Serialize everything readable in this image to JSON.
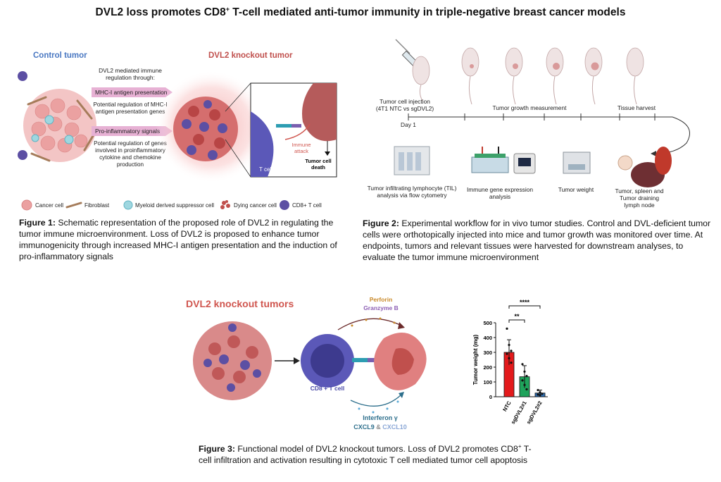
{
  "title": {
    "prefix": "DVL2 loss promotes CD8",
    "sup": "+",
    "suffix": " T-cell mediated anti-tumor immunity in triple-negative breast cancer models"
  },
  "fig1": {
    "control_label": "Control tumor",
    "knockout_label": "DVL2 knockout tumor",
    "regulation_header": "DVL2 mediated immune regulation through:",
    "mhc_arrow": "MHC-I antigen presentation",
    "mhc_desc": "Potential regulation of MHC-I antigen presentation genes",
    "proinf_arrow": "Pro-inflammatory signals",
    "proinf_desc": "Potential regulation of genes involved in proinflammatory cytokine and chemokine production",
    "tcell": "T cell",
    "attack": "Immune attack",
    "death": "Tumor cell death",
    "legend": [
      "Cancer cell",
      "Fibroblast",
      "Myeloid derived suppressor cell",
      "Dying cancer cell",
      "CD8+ T cell"
    ],
    "caption_label": "Figure 1:",
    "caption_text": " Schematic representation of the proposed role of DVL2 in regulating the tumor immune microenvironment. Loss of DVL2 is proposed to enhance tumor immunogenicity through increased MHC-I antigen presentation and the induction of pro-inflammatory signals"
  },
  "fig2": {
    "injection": "Tumor cell injection (4T1 NTC vs sgDVL2)",
    "day1": "Day 1",
    "growth": "Tumor growth measurement",
    "harvest": "Tissue harvest",
    "til": "Tumor infiltrating lymphocyte (TIL) analysis via flow cytometry",
    "gene": "Immune gene expression analysis",
    "weight": "Tumor weight",
    "tissues": "Tumor, spleen and Tumor draining lymph node",
    "caption_label": "Figure 2:",
    "caption_text": " Experimental workflow for in vivo tumor studies. Control and DVL-deficient tumor cells were orthotopically injected into mice and tumor growth was monitored over time. At endpoints, tumors and relevant tissues were harvested for downstream analyses, to evaluate the tumor immune microenvironment"
  },
  "fig3": {
    "header": "DVL2 knockout tumors",
    "perforin": "Perforin",
    "granzyme": "Granzyme B",
    "cd8": "CD8 + T cell",
    "ifn": "Interferon γ",
    "cxcl9": "CXCL9",
    "amp": " & ",
    "cxcl10": "CXCL10",
    "caption_label": "Figure 3:",
    "caption_text": " Functional model of DVL2 knockout tumors. Loss of DVL2 promotes CD8",
    "caption_sup": "+",
    "caption_text2": " T- cell infiltration and activation resulting in cytotoxic T cell mediated tumor cell apoptosis"
  },
  "chart_data": {
    "type": "bar",
    "categories": [
      "NTC",
      "sgDVL2#1",
      "sgDVL2#2"
    ],
    "values": [
      300,
      135,
      25
    ],
    "errors": [
      85,
      75,
      20
    ],
    "points": [
      [
        460,
        350,
        310,
        290,
        260,
        230
      ],
      [
        220,
        170,
        140,
        110,
        80,
        50
      ],
      [
        45,
        30,
        20,
        15,
        10
      ]
    ],
    "colors": [
      "#e31a1c",
      "#1fa35b",
      "#2f6fb3"
    ],
    "ylabel": "Tumor weight (mg)",
    "ylim": [
      0,
      500
    ],
    "yticks": [
      0,
      100,
      200,
      300,
      400,
      500
    ],
    "significance": [
      {
        "from": 0,
        "to": 1,
        "label": "**"
      },
      {
        "from": 0,
        "to": 2,
        "label": "****"
      }
    ]
  }
}
